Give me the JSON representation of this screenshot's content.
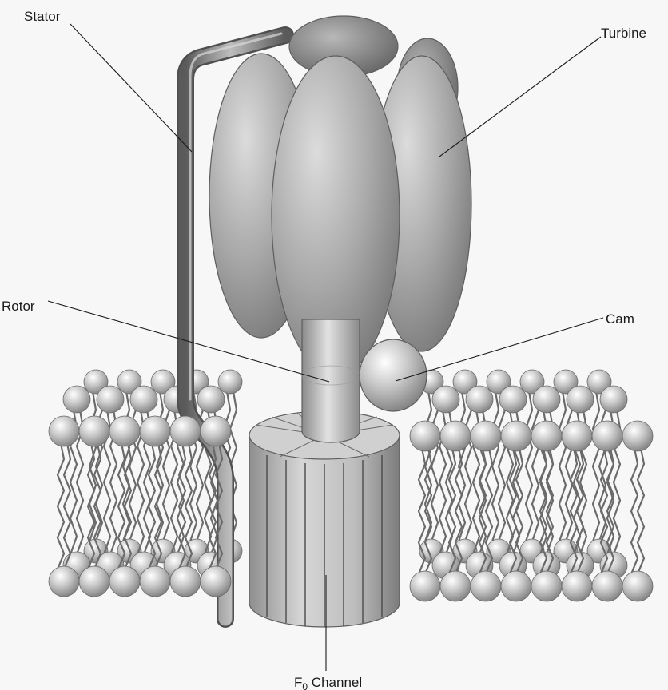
{
  "labels": {
    "stator": "Stator",
    "turbine": "Turbine",
    "rotor": "Rotor",
    "cam": "Cam",
    "channel_main": "F",
    "channel_sub": "0",
    "channel_rest": " Channel"
  }
}
